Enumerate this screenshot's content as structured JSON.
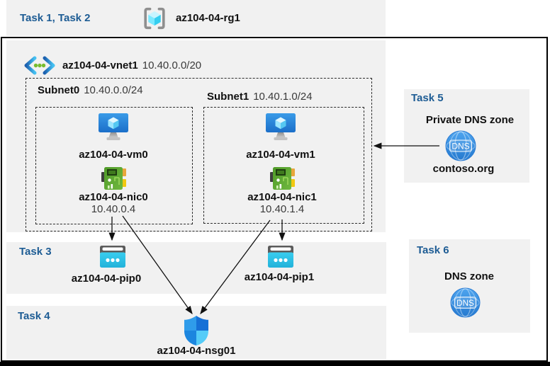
{
  "header": {
    "task_label": "Task 1, Task 2",
    "resource_group": "az104-04-rg1"
  },
  "vnet": {
    "name": "az104-04-vnet1",
    "cidr": "10.40.0.0/20"
  },
  "subnets": [
    {
      "name": "Subnet0",
      "cidr": "10.40.0.0/24",
      "vm_name": "az104-04-vm0",
      "nic_name": "az104-04-nic0",
      "nic_ip": "10.40.0.4"
    },
    {
      "name": "Subnet1",
      "cidr": "10.40.1.0/24",
      "vm_name": "az104-04-vm1",
      "nic_name": "az104-04-nic1",
      "nic_ip": "10.40.1.4"
    }
  ],
  "task3": {
    "label": "Task 3",
    "pip0": "az104-04-pip0",
    "pip1": "az104-04-pip1"
  },
  "task4": {
    "label": "Task 4",
    "nsg_name": "az104-04-nsg01"
  },
  "task5": {
    "label": "Task 5",
    "title": "Private DNS zone",
    "zone_name": "contoso.org",
    "dns_badge": "DNS"
  },
  "task6": {
    "label": "Task 6",
    "title": "DNS zone",
    "dns_badge": "DNS"
  },
  "colors": {
    "task_heading_blue": "#1D5C94",
    "panel_gray": "#F1F1F1",
    "vm_blue": "#2380D8",
    "nic_green": "#55A02C",
    "pip_cyan": "#2EC2E7",
    "nsg_blue": "#1B72D4",
    "dns_blue": "#3790E5",
    "rg_cube_cyan": "#50E6FF"
  }
}
